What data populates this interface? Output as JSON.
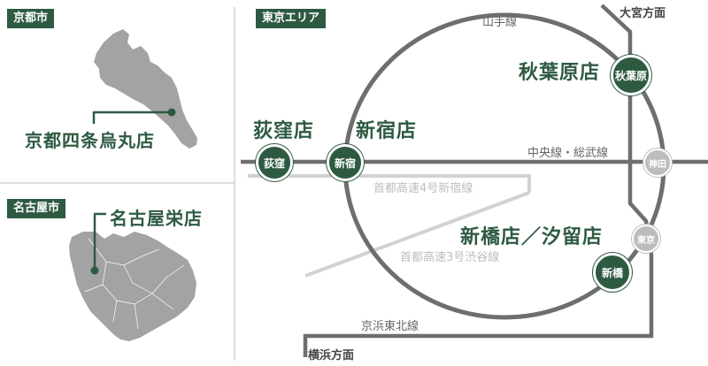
{
  "kyoto": {
    "tag": "京都市",
    "store": "京都四条烏丸店"
  },
  "nagoya": {
    "tag": "名古屋市",
    "store": "名古屋栄店"
  },
  "tokyo": {
    "tag": "東京エリア",
    "stores": {
      "akihabara": "秋葉原店",
      "ogikubo": "荻窪店",
      "shinjuku": "新宿店",
      "shinbashi": "新橋店／汐留店"
    },
    "stations": {
      "akihabara": "秋葉原",
      "ogikubo": "荻窪",
      "shinjuku": "新宿",
      "kanda": "神田",
      "tokyo": "東京",
      "shinbashi": "新橋"
    },
    "lines": {
      "yamanote": "山手線",
      "chuo": "中央線・総武線",
      "keihin": "京浜東北線",
      "shuto4": "首都高速4号新宿線",
      "shuto3": "首都高速3号渋谷線"
    },
    "directions": {
      "omiya": "大宮方面",
      "yokohama": "横浜方面"
    }
  },
  "colors": {
    "brand_green": "#2e5a42",
    "rail_gray": "#6e6e6e",
    "map_gray": "#a3a3a3",
    "highway_gray": "#d2d2d2"
  }
}
